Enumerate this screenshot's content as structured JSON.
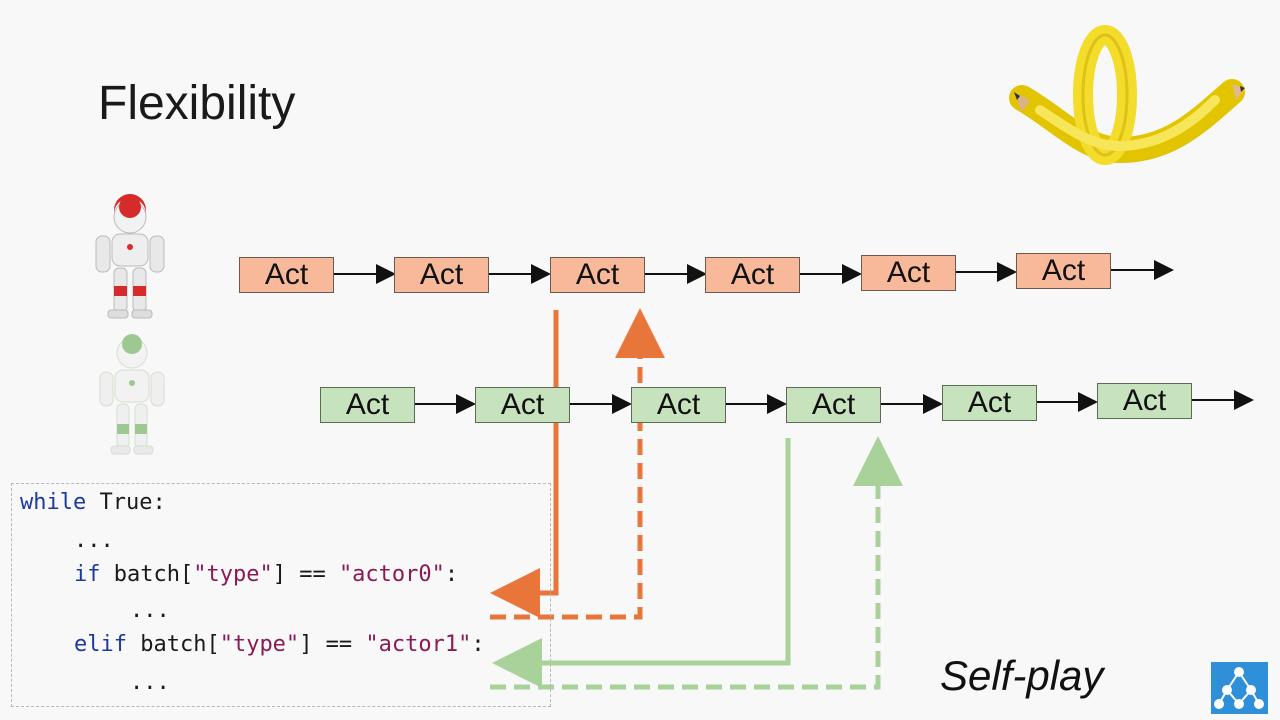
{
  "slide": {
    "title": "Flexibility",
    "caption": "Self-play"
  },
  "actors": {
    "actor0_label": "Act",
    "actor1_label": "Act",
    "actor0_color": "#f7b99a",
    "actor1_color": "#c6e3bd",
    "actor0_count": 6,
    "actor1_count": 6
  },
  "code": {
    "line1_kw": "while",
    "line1_rest": " True:",
    "line2": "...",
    "line3_kw": "if",
    "line3_mid": " batch[",
    "line3_str1": "\"type\"",
    "line3_mid2": "] == ",
    "line3_str2": "\"actor0\"",
    "line3_end": ":",
    "line4": "...",
    "line5_kw": "elif",
    "line5_mid": " batch[",
    "line5_str1": "\"type\"",
    "line5_mid2": "] == ",
    "line5_str2": "\"actor1\"",
    "line5_end": ":",
    "line6": "..."
  },
  "icons": {
    "robot_red": "robot-red-icon",
    "robot_green": "robot-green-icon",
    "pencil": "curled-pencil-icon",
    "logo": "network-logo-icon"
  },
  "colors": {
    "orange_arrow": "#e8763a",
    "green_arrow": "#a9d29a",
    "logo_bg": "#2f8fd8"
  }
}
